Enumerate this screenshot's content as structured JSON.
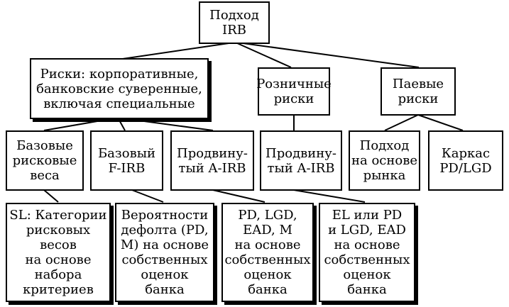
{
  "nodes": {
    "root": "Подход\nIRB",
    "corporate": "Риски: корпоративные,\nбанковские суверенные,\nвключая специальные",
    "retail": "Розничные\nриски",
    "equity": "Паевые\nриски",
    "basic_weights": "Базовые\nрисковые\nвеса",
    "basic_firb": "Базовый\nF-IRB",
    "adv_airb_corp": "Продвину-\nтый A-IRB",
    "adv_airb_retail": "Продвину-\nтый A-IRB",
    "market_approach": "Подход\nна основе\nрынка",
    "pd_lgd_framework": "Каркас\nPD/LGD",
    "sl_categories": "SL: Категории\nрисковых\nвесов\nна основе\nнабора\nкритериев",
    "pd_m_estimates": "Вероятности\nдефолта (PD,\nМ) на основе\nсобственных\nоценок\nбанка",
    "pd_lgd_ead_m": "PD, LGD,\nEAD, М\nна основе\nсобственных\nоценок\nбанка",
    "el_pd_lgd_ead": "EL или PD\nи LGD, EAD\nна основе\nсобственных\nоценок\nбанка"
  }
}
